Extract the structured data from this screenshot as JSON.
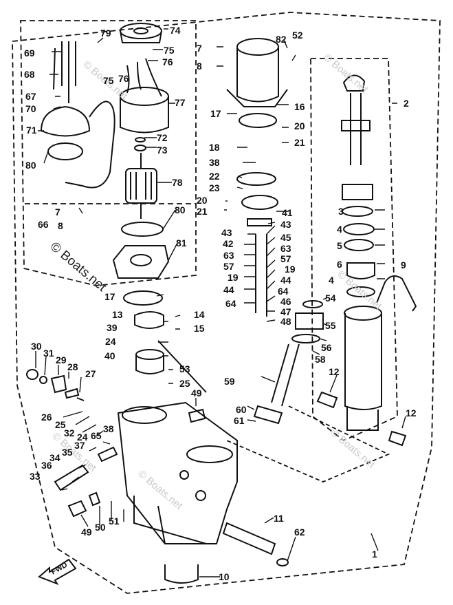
{
  "diagram": {
    "watermark": "© Boats.net",
    "fwd_label": "FWD",
    "callouts": {
      "c1": "1",
      "c2": "2",
      "c3": "3",
      "c4a": "4",
      "c4b": "4",
      "c5": "5",
      "c6": "6",
      "c7a": "7",
      "c7b": "7",
      "c8a": "8",
      "c8b": "8",
      "c9": "9",
      "c10": "10",
      "c11": "11",
      "c12a": "12",
      "c12b": "12",
      "c13": "13",
      "c14": "14",
      "c15": "15",
      "c16": "16",
      "c17a": "17",
      "c17b": "17",
      "c18": "18",
      "c19a": "19",
      "c19b": "19",
      "c20a": "20",
      "c20b": "20",
      "c21a": "21",
      "c21b": "21",
      "c22": "22",
      "c23": "23",
      "c24a": "24",
      "c24b": "24",
      "c25a": "25",
      "c25b": "25",
      "c26": "26",
      "c27": "27",
      "c28": "28",
      "c29": "29",
      "c30": "30",
      "c31": "31",
      "c32": "32",
      "c33": "33",
      "c34": "34",
      "c35": "35",
      "c36": "36",
      "c37": "37",
      "c38a": "38",
      "c38b": "38",
      "c39": "39",
      "c40": "40",
      "c41": "41",
      "c42": "42",
      "c43a": "43",
      "c43b": "43",
      "c44a": "44",
      "c44b": "44",
      "c45": "45",
      "c46": "46",
      "c47": "47",
      "c48": "48",
      "c49a": "49",
      "c49b": "49",
      "c50": "50",
      "c51": "51",
      "c52": "52",
      "c53": "53",
      "c54": "54",
      "c55": "55",
      "c56": "56",
      "c57a": "57",
      "c57b": "57",
      "c58": "58",
      "c59": "59",
      "c60": "60",
      "c61": "61",
      "c62": "62",
      "c63a": "63",
      "c63b": "63",
      "c64a": "64",
      "c64b": "64",
      "c65": "65",
      "c66": "66",
      "c67": "67",
      "c68": "68",
      "c69": "69",
      "c70": "70",
      "c71": "71",
      "c72": "72",
      "c73": "73",
      "c74": "74",
      "c75a": "75",
      "c75b": "75",
      "c76a": "76",
      "c76b": "76",
      "c77": "77",
      "c78": "78",
      "c79": "79",
      "c80a": "80",
      "c80b": "80",
      "c81": "81",
      "c82": "82"
    }
  }
}
